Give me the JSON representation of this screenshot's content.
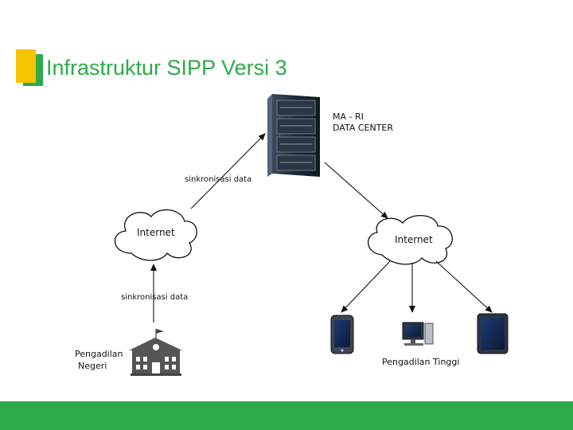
{
  "slide": {
    "title": "Infrastruktur SIPP Versi 3",
    "accent_green": "#2eaa4a",
    "accent_yellow": "#f5c400"
  },
  "diagram": {
    "data_center": {
      "line1": "MA - RI",
      "line2": "DATA CENTER",
      "icon": "server-rack-icon"
    },
    "cloud_left": {
      "label": "Internet",
      "icon": "cloud-icon"
    },
    "cloud_right": {
      "label": "Internet",
      "icon": "cloud-icon"
    },
    "sync_top": "sinkronisasi data",
    "sync_bottom": "sinkronisasi data",
    "pengadilan_negeri": {
      "line1": "Pengadilan",
      "line2": "Negeri",
      "icon": "courthouse-icon"
    },
    "pengadilan_tinggi": {
      "label": "Pengadilan Tinggi",
      "icon": "desktop-computer-icon"
    },
    "devices": [
      "smartphone-icon",
      "desktop-computer-icon",
      "tablet-icon"
    ]
  }
}
